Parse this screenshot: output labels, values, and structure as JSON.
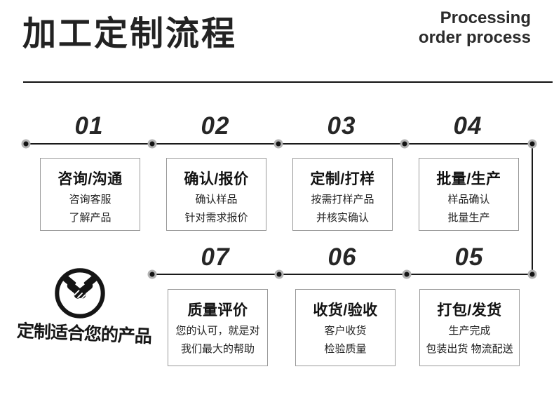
{
  "header": {
    "title": "加工定制流程",
    "subtitle_line1": "Processing",
    "subtitle_line2": "order process"
  },
  "flow": {
    "steps": [
      {
        "number": "01",
        "title": "咨询/沟通",
        "lines": [
          "咨询客服",
          "了解产品"
        ]
      },
      {
        "number": "02",
        "title": "确认/报价",
        "lines": [
          "确认样品",
          "针对需求报价"
        ]
      },
      {
        "number": "03",
        "title": "定制/打样",
        "lines": [
          "按需打样产品",
          "并核实确认"
        ]
      },
      {
        "number": "04",
        "title": "批量/生产",
        "lines": [
          "样品确认",
          "批量生产"
        ]
      },
      {
        "number": "05",
        "title": "打包/发货",
        "lines": [
          "生产完成",
          "包装出货 物流配送"
        ]
      },
      {
        "number": "06",
        "title": "收货/验收",
        "lines": [
          "客户收货",
          "检验质量"
        ]
      },
      {
        "number": "07",
        "title": "质量评价",
        "lines": [
          "您的认可，就是对",
          "我们最大的帮助"
        ]
      }
    ]
  },
  "footer": {
    "tagline": "定制适合您的产品",
    "icon": "handshake-icon"
  },
  "colors": {
    "accent": "#1a1a1a",
    "box_border": "#9a9a9a",
    "dot_ring": "#b3b3b3"
  }
}
